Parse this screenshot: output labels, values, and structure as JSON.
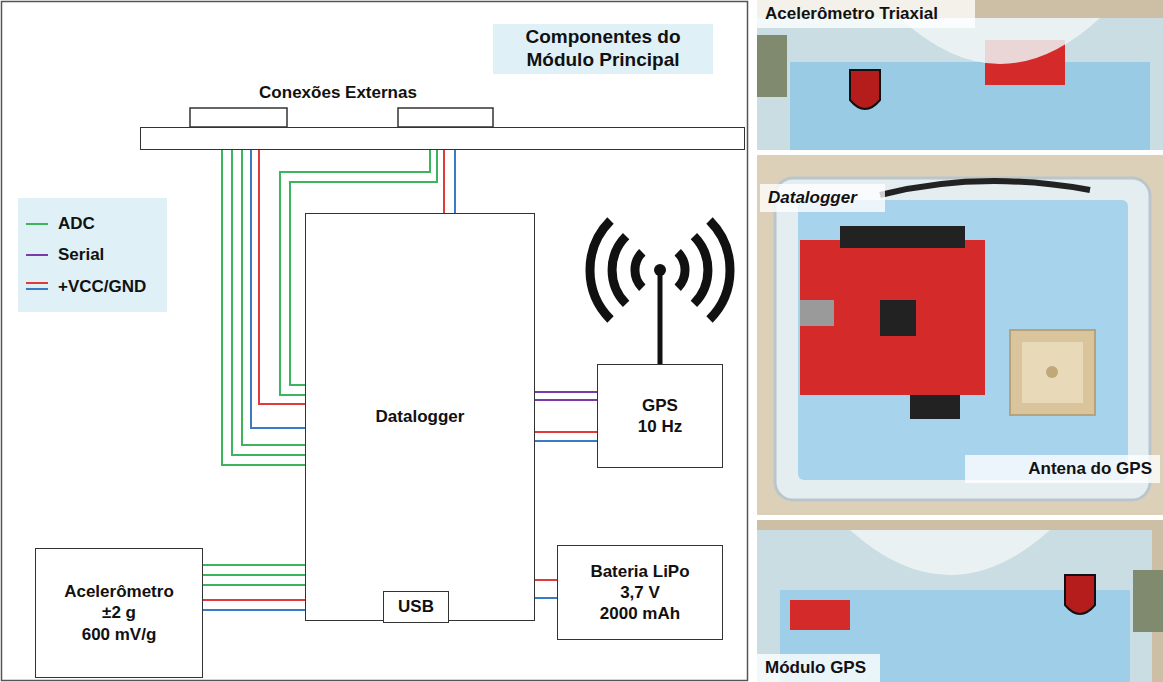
{
  "diagram": {
    "title": "Componentes do Módulo Principal",
    "nodes": [
      {
        "text": [
          "Conexões Externas"
        ]
      },
      {
        "text": [
          "Datalogger"
        ]
      },
      {
        "text": [
          "USB"
        ],
        "in": 1
      },
      {
        "text": [
          "GPS",
          "10 Hz"
        ]
      },
      {
        "text": [
          "Acelerômetro",
          "±2 g",
          "600 mV/g"
        ]
      },
      {
        "text": [
          "Bateria LiPo",
          "3,7 V",
          "2000 mAh"
        ]
      }
    ],
    "edges": [
      {
        "from": 0,
        "to": 1,
        "arrow": "none"
      },
      {
        "from": 0,
        "to": 1,
        "arrow": "none"
      },
      {
        "from": 0,
        "to": 1,
        "arrow": "none"
      },
      {
        "from": 0,
        "to": 1,
        "arrow": "none"
      },
      {
        "from": 0,
        "to": 1,
        "arrow": "none"
      },
      {
        "from": 0,
        "to": 1,
        "arrow": "none"
      },
      {
        "from": 0,
        "to": 1,
        "arrow": "none"
      },
      {
        "from": 0,
        "to": 1,
        "arrow": "none"
      },
      {
        "from": 0,
        "to": 1,
        "arrow": "none"
      },
      {
        "from": 1,
        "to": 3,
        "arrow": "none"
      },
      {
        "from": 1,
        "to": 3,
        "arrow": "none"
      },
      {
        "from": 1,
        "to": 3,
        "arrow": "none"
      },
      {
        "from": 1,
        "to": 3,
        "arrow": "none"
      },
      {
        "from": 4,
        "to": 1,
        "arrow": "none"
      },
      {
        "from": 4,
        "to": 1,
        "arrow": "none"
      },
      {
        "from": 4,
        "to": 1,
        "arrow": "none"
      },
      {
        "from": 4,
        "to": 1,
        "arrow": "none"
      },
      {
        "from": 4,
        "to": 1,
        "arrow": "none"
      },
      {
        "from": 5,
        "to": 1,
        "arrow": "none"
      },
      {
        "from": 5,
        "to": 1,
        "arrow": "none"
      }
    ],
    "labels": [
      "Acelerômetro Triaxial",
      "Datalogger",
      "Antena do GPS",
      "Módulo GPS"
    ],
    "legend": [
      {
        "text": "ADC"
      },
      {
        "text": "Serial"
      },
      {
        "text": "+VCC/GND"
      }
    ]
  }
}
